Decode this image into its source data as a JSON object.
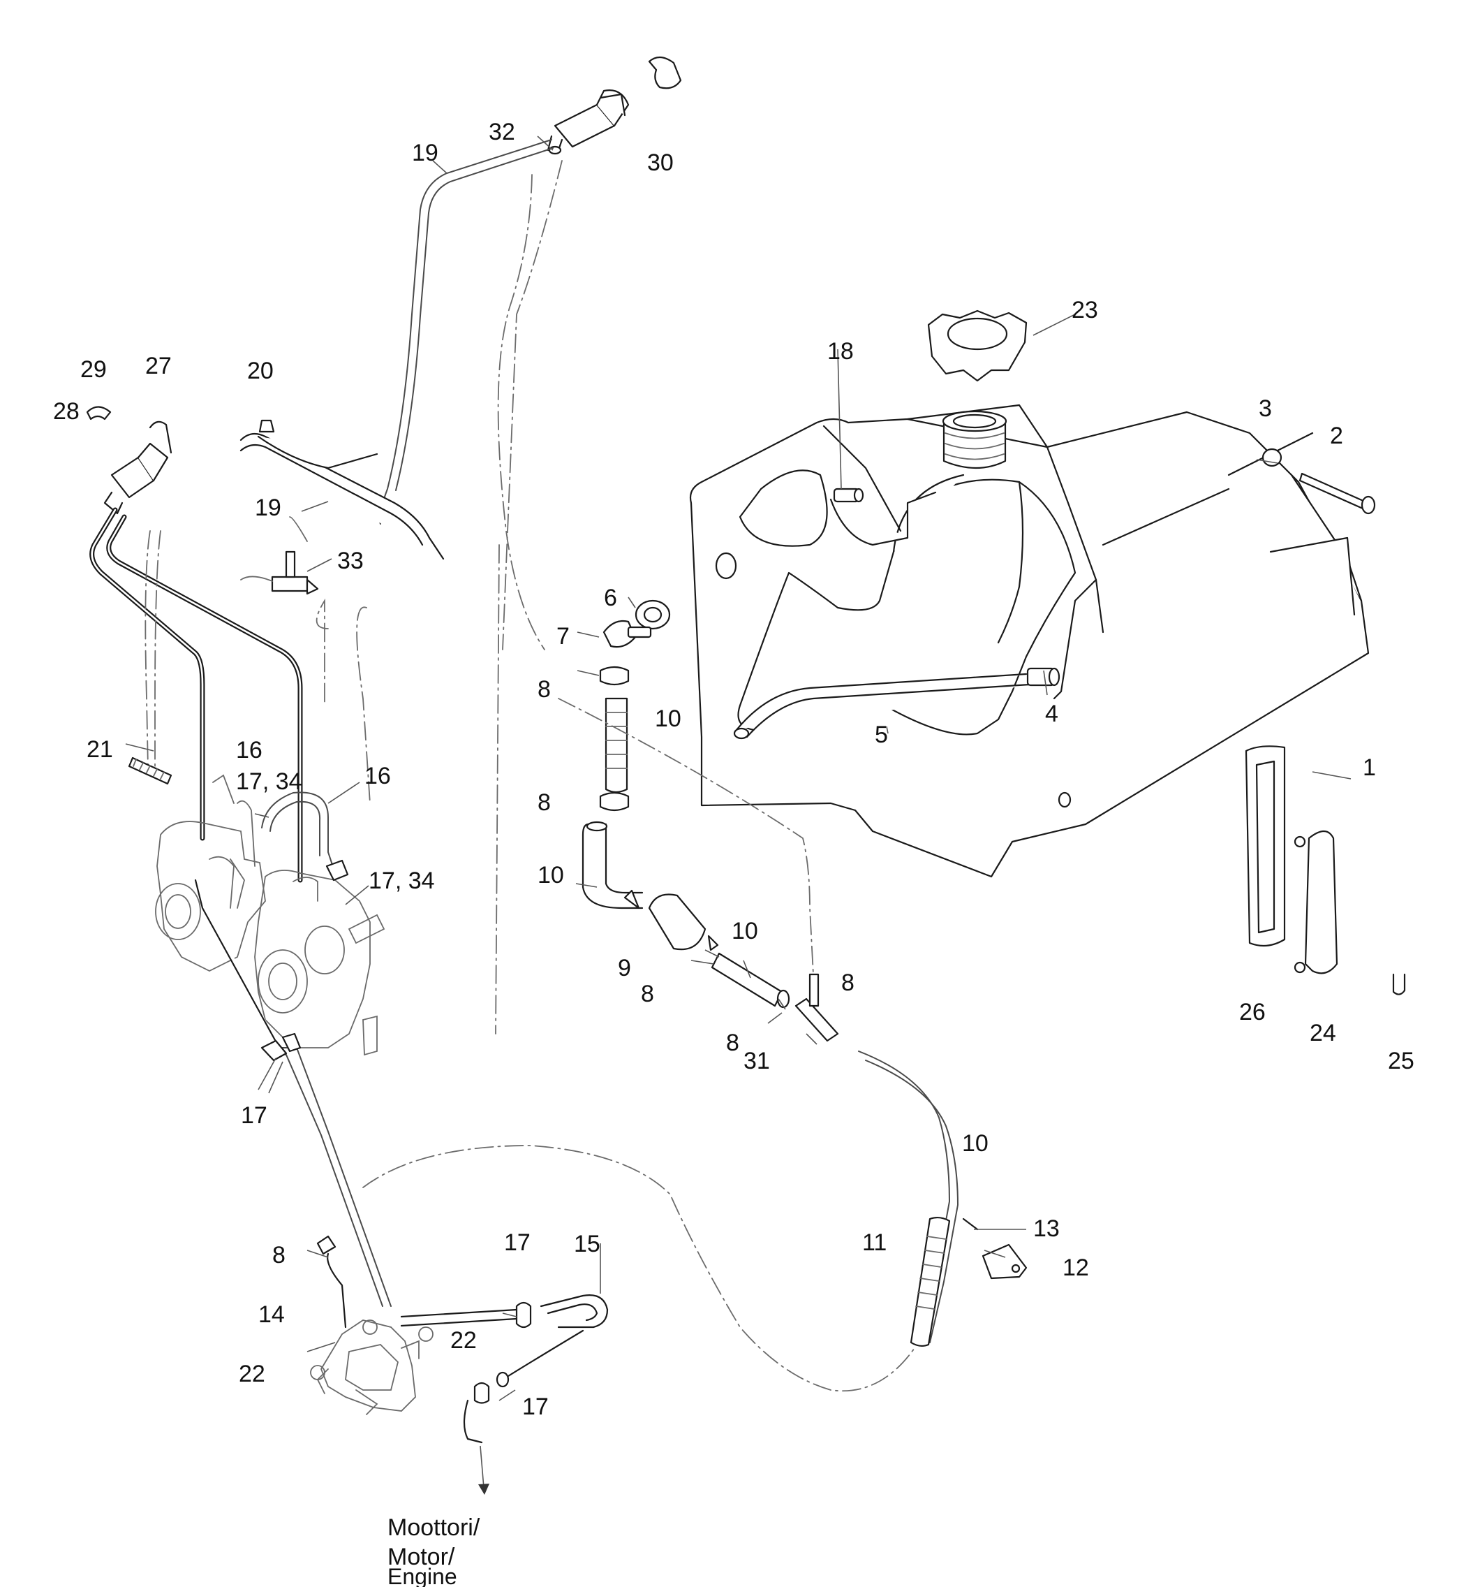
{
  "callouts": {
    "c1": "1",
    "c2": "2",
    "c3": "3",
    "c4": "4",
    "c5": "5",
    "c6": "6",
    "c7": "7",
    "c8a": "8",
    "c8b": "8",
    "c8c": "8",
    "c8d": "8",
    "c8e": "8",
    "c8f": "8",
    "c9": "9",
    "c10a": "10",
    "c10b": "10",
    "c10c": "10",
    "c10d": "10",
    "c11": "11",
    "c12": "12",
    "c13": "13",
    "c14": "14",
    "c15": "15",
    "c16a": "16",
    "c16b": "16",
    "c17a": "17, 34",
    "c17b": "17, 34",
    "c17c": "17",
    "c17d": "17",
    "c17e": "17",
    "c18": "18",
    "c19a": "19",
    "c19b": "19",
    "c20": "20",
    "c21": "21",
    "c22a": "22",
    "c22b": "22",
    "c23": "23",
    "c24": "24",
    "c25": "25",
    "c26": "26",
    "c27": "27",
    "c28": "28",
    "c29": "29",
    "c30": "30",
    "c31": "31",
    "c32": "32",
    "c33": "33"
  },
  "engine_note": {
    "line1": "Moottori/",
    "line2": "Motor/",
    "line3": "Engine"
  }
}
